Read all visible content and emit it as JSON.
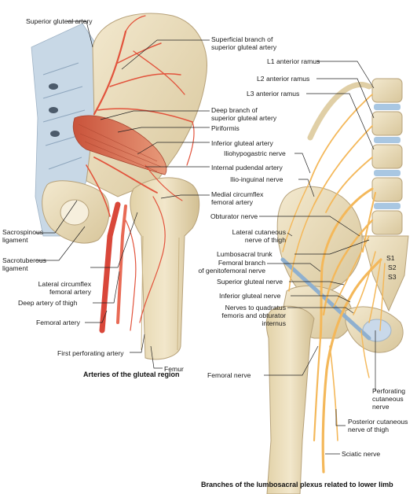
{
  "panels": {
    "gluteal": {
      "caption": "Arteries of the gluteal region",
      "labels": {
        "superior_gluteal_artery": "Superior gluteal artery",
        "superficial_branch": "Superficial branch of\nsuperior gluteal artery",
        "deep_branch": "Deep branch of\nsuperior gluteal artery",
        "piriformis": "Piriformis",
        "inferior_gluteal_artery": "Inferior gluteal artery",
        "internal_pudendal_artery": "Internal pudendal artery",
        "medial_circumflex": "Medial circumflex\nfemoral artery",
        "sacrospinous": "Sacrospinous\nligament",
        "sacrotuberous": "Sacrotuberous\nligament",
        "lateral_circumflex": "Lateral circumflex\nfemoral artery",
        "deep_artery_thigh": "Deep artery of thigh",
        "femoral_artery": "Femoral artery",
        "first_perforating": "First perforating artery",
        "femur": "Femur"
      }
    },
    "plexus": {
      "caption": "Branches of the lumbosacral plexus related to lower limb",
      "labels": {
        "l1": "L1 anterior ramus",
        "l2": "L2 anterior ramus",
        "l3": "L3 anterior ramus",
        "iliohypogastric": "Iliohypogastric nerve",
        "ilioinguinal": "Ilio-inguinal nerve",
        "obturator": "Obturator nerve",
        "lateral_cutaneous": "Lateral cutaneous\nnerve of thigh",
        "lumbosacral_trunk": "Lumbosacral trunk",
        "femoral_branch": "Femoral branch\nof genitofemoral nerve",
        "superior_gluteal_nerve": "Superior gluteal nerve",
        "inferior_gluteal_nerve": "Inferior gluteal nerve",
        "nerves_quadratus": "Nerves to quadratus\nfemoris and obturator\ninternus",
        "s1": "S1",
        "s2": "S2",
        "s3": "S3",
        "femoral_nerve": "Femoral nerve",
        "perforating_cutaneous": "Perforating\ncutaneous\nnerve",
        "posterior_cutaneous": "Posterior cutaneous\nnerve of thigh",
        "sciatic": "Sciatic nerve"
      }
    }
  },
  "colors": {
    "bone": "#e9dcbc",
    "bone_shadow": "#c9b68a",
    "artery": "#e2533c",
    "muscle": "#d8704f",
    "ligament": "#c7d9e8",
    "nerve": "#f4b85a",
    "disc": "#a9c7e2"
  }
}
